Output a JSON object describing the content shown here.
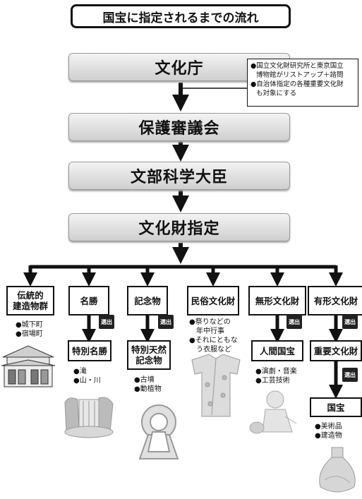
{
  "title": "国宝に指定されるまでの流れ",
  "stages": [
    "文化庁",
    "保護審議会",
    "文部科学大臣",
    "文化財指定"
  ],
  "note": {
    "lines": [
      "●国立文化財研究所と東京国立",
      "博物館がリストアップ＋諮問",
      "●自治体指定の各種重要文化財",
      "も対象にする"
    ]
  },
  "badge_label": "選出",
  "categories": [
    {
      "label": [
        "伝統的",
        "建造物群"
      ],
      "bullets": [
        "●城下町",
        "●宿場町"
      ],
      "icon": "traditional-house-icon"
    },
    {
      "label": [
        "名勝"
      ],
      "sub": [
        "特別名勝"
      ],
      "bullets": [
        "●滝",
        "●山・川"
      ],
      "icon": "waterfall-icon"
    },
    {
      "label": [
        "記念物"
      ],
      "sub": [
        "特別天然",
        "記念物"
      ],
      "bullets": [
        "●古墳",
        "●動植物"
      ],
      "icon": "keyhole-tomb-icon"
    },
    {
      "label": [
        "民俗文化財"
      ],
      "bullets": [
        "●祭りなどの",
        "　年中行事",
        "●それにともな",
        "　う衣服など"
      ],
      "icon": "kimono-icon"
    },
    {
      "label": [
        "無形文化財"
      ],
      "sub": [
        "人間国宝"
      ],
      "bullets": [
        "●演劇・音楽",
        "●工芸技術"
      ],
      "icon": "potter-icon"
    },
    {
      "label": [
        "有形文化財"
      ],
      "sub": [
        "重要文化財"
      ],
      "sub2": [
        "国宝"
      ],
      "bullets": [
        "●美術品",
        "●建造物"
      ],
      "icon": "vase-icon"
    }
  ],
  "colors": {
    "line": "#111111",
    "stage_top": "#f3f3f3",
    "stage_bottom": "#cfcfcf",
    "badge": "#222222"
  }
}
